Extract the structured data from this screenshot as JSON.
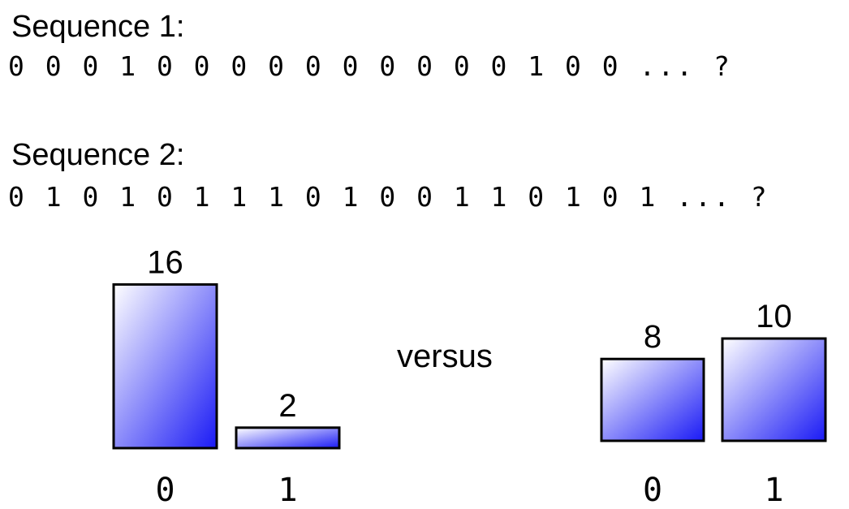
{
  "sequence1": {
    "title": "Sequence 1:",
    "digits": "0 0 0 1 0 0 0 0 0 0 0 0 0 0 1 0 0 ... ?"
  },
  "sequence2": {
    "title": "Sequence 2:",
    "digits": "0 1 0 1 0 1 1 1 0 1 0 0 1 1 0 1 0 1 ... ?"
  },
  "separator_text": "versus",
  "colors": {
    "bar_gradient_light": "#ffffff",
    "bar_gradient_dark": "#1a1af5",
    "bar_stroke": "#000000"
  },
  "chart_data": [
    {
      "type": "bar",
      "categories": [
        "0",
        "1"
      ],
      "values": [
        16,
        2
      ],
      "data_labels": [
        "16",
        "2"
      ],
      "title": "",
      "xlabel": "",
      "ylabel": "",
      "grid": false
    },
    {
      "type": "bar",
      "categories": [
        "0",
        "1"
      ],
      "values": [
        8,
        10
      ],
      "data_labels": [
        "8",
        "10"
      ],
      "title": "",
      "xlabel": "",
      "ylabel": "",
      "grid": false
    }
  ]
}
